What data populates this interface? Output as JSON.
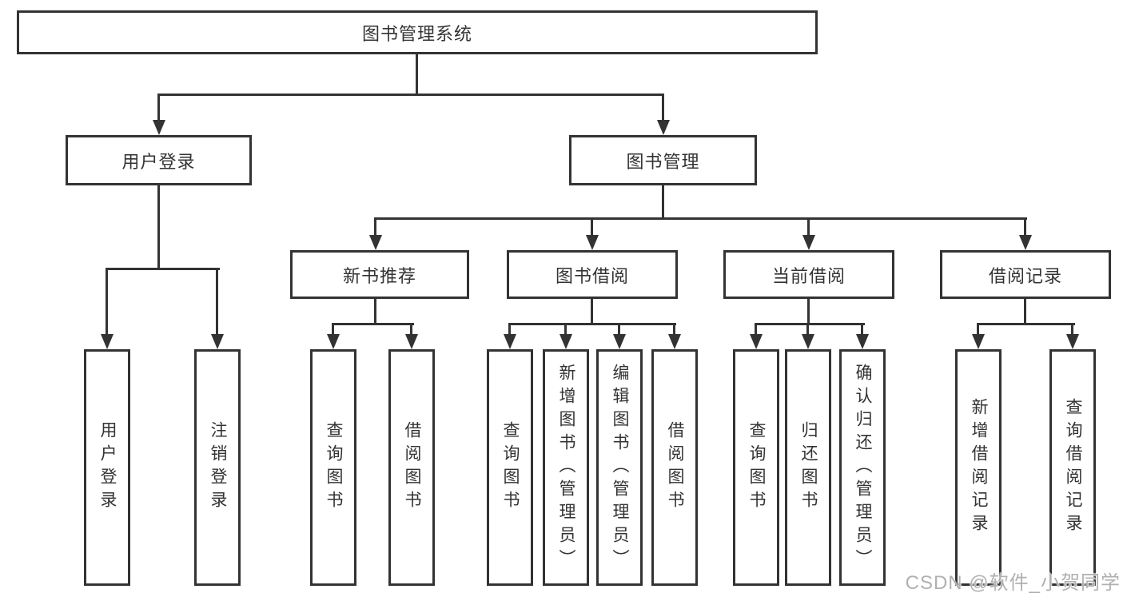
{
  "diagram": {
    "root": {
      "label": "图书管理系统",
      "children": [
        {
          "label": "用户登录",
          "children": [
            {
              "label": "用户登录"
            },
            {
              "label": "注销登录"
            }
          ]
        },
        {
          "label": "图书管理",
          "children": [
            {
              "label": "新书推荐",
              "children": [
                {
                  "label": "查询图书"
                },
                {
                  "label": "借阅图书"
                }
              ]
            },
            {
              "label": "图书借阅",
              "children": [
                {
                  "label": "查询图书"
                },
                {
                  "label": "新增图书（管理员）"
                },
                {
                  "label": "编辑图书（管理员）"
                },
                {
                  "label": "借阅图书"
                }
              ]
            },
            {
              "label": "当前借阅",
              "children": [
                {
                  "label": "查询图书"
                },
                {
                  "label": "归还图书"
                },
                {
                  "label": "确认归还（管理员）"
                }
              ]
            },
            {
              "label": "借阅记录",
              "children": [
                {
                  "label": "新增借阅记录"
                },
                {
                  "label": "查询借阅记录"
                }
              ]
            }
          ]
        }
      ]
    },
    "watermark": "CSDN @软件_小贺同学",
    "colors": {
      "line": "#333333",
      "box_border": "#333333",
      "text": "#333333",
      "watermark": "#b0b0b0",
      "background": "#ffffff"
    }
  }
}
